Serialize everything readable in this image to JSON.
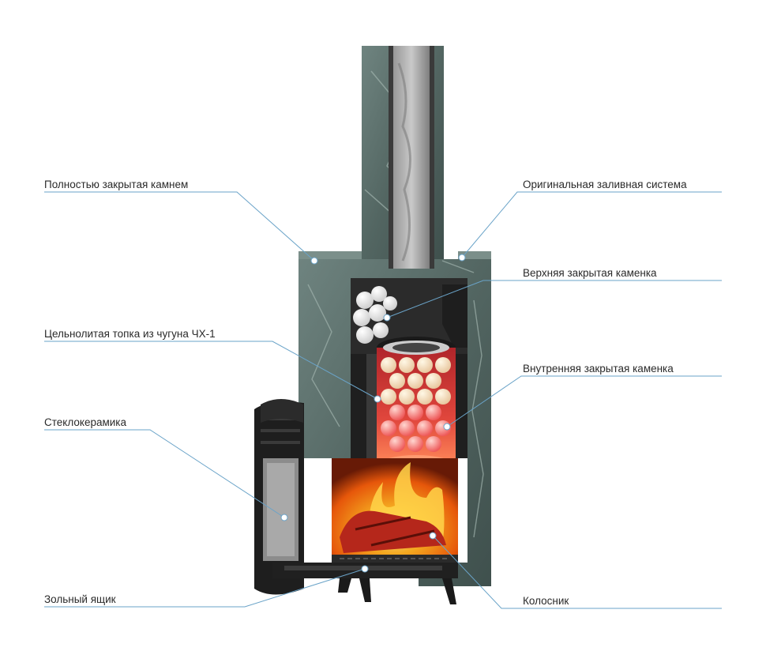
{
  "labels": {
    "stone_cladding": "Полностью закрытая камнем",
    "cast_firebox": "Цельнолитая топка из чугуна ЧХ-1",
    "glass_ceramic": "Стеклокерамика",
    "ash_box": "Зольный ящик",
    "pour_system": "Оригинальная заливная система",
    "upper_heater": "Верхняя закрытая каменка",
    "inner_heater": "Внутренняя закрытая каменка",
    "grate": "Колосник"
  },
  "colors": {
    "stone": "#5f7470",
    "stone_dark": "#3d4e4b",
    "stone_vein": "#9fb2ad",
    "iron": "#2c2c2c",
    "flame": "#ff7a10",
    "heater_red": "#d0282c",
    "leader_line": "#6aa3c8"
  }
}
